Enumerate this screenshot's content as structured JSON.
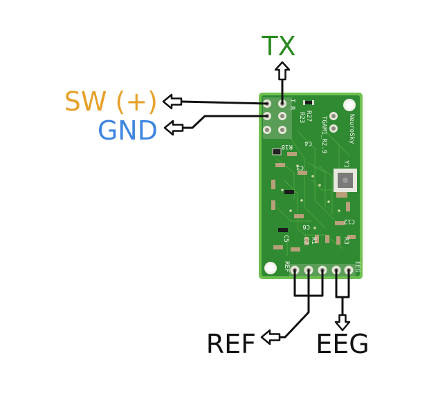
{
  "labels": {
    "tx": "TX",
    "sw": "SW (+)",
    "gnd": "GND",
    "ref": "REF",
    "eeg": "EEG"
  },
  "colors": {
    "tx": "#2a8a1f",
    "sw": "#e6a12a",
    "gnd": "#3f86e0",
    "ref": "#111111",
    "eeg": "#111111",
    "board": "#2f8a32",
    "board_edge": "#6fc04e",
    "pad": "#d9d9c8"
  },
  "board": {
    "silkscreen": {
      "brand": "NeuroSky",
      "model": "TGAM1_R2.9",
      "crystal": "Y1",
      "parts": [
        "R27",
        "R23",
        "R18",
        "C4",
        "C3",
        "C12",
        "C2",
        "R1",
        "R3",
        "C5",
        "C6"
      ],
      "pin_tr": "T R",
      "pin_ref": "REF",
      "pin_eeg": "EEG"
    }
  }
}
